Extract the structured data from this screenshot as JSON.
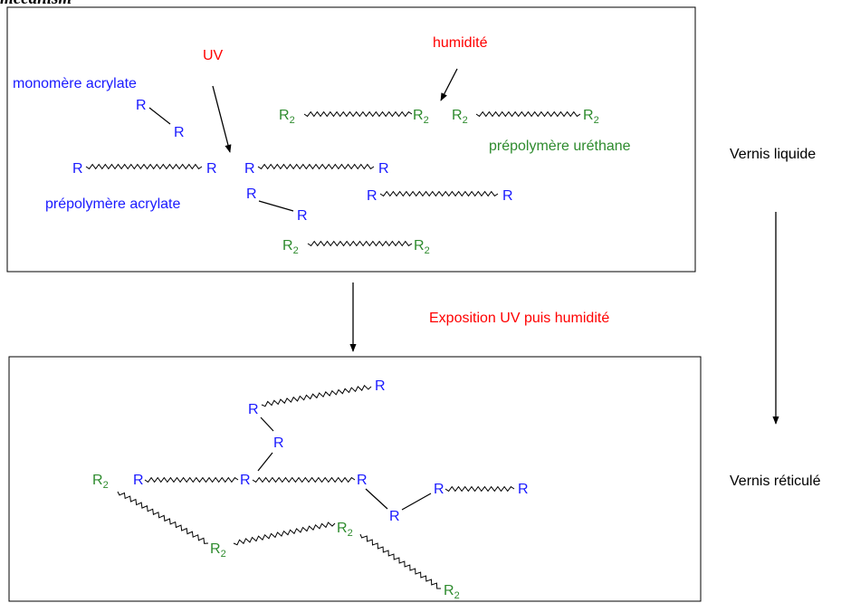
{
  "header": {
    "title": "mécanism"
  },
  "top_panel": {
    "uv_label": "UV",
    "humidity_label": "humidité",
    "monomer_label": "monomère acrylate",
    "acrylate_prepolymer_label": "prépolymère acrylate",
    "urethane_prepolymer_label": "prépolymère uréthane"
  },
  "transition_label": "Exposition UV puis humidité",
  "states": {
    "liquid": "Vernis liquide",
    "crosslinked": "Vernis réticulé"
  },
  "groups": {
    "acrylate": "R",
    "urethane": "R",
    "urethane_sub": "2"
  },
  "colors": {
    "acrylate": "#1a1aff",
    "urethane": "#2e8b2e",
    "stimulus": "#ff0000",
    "text": "#000000"
  }
}
